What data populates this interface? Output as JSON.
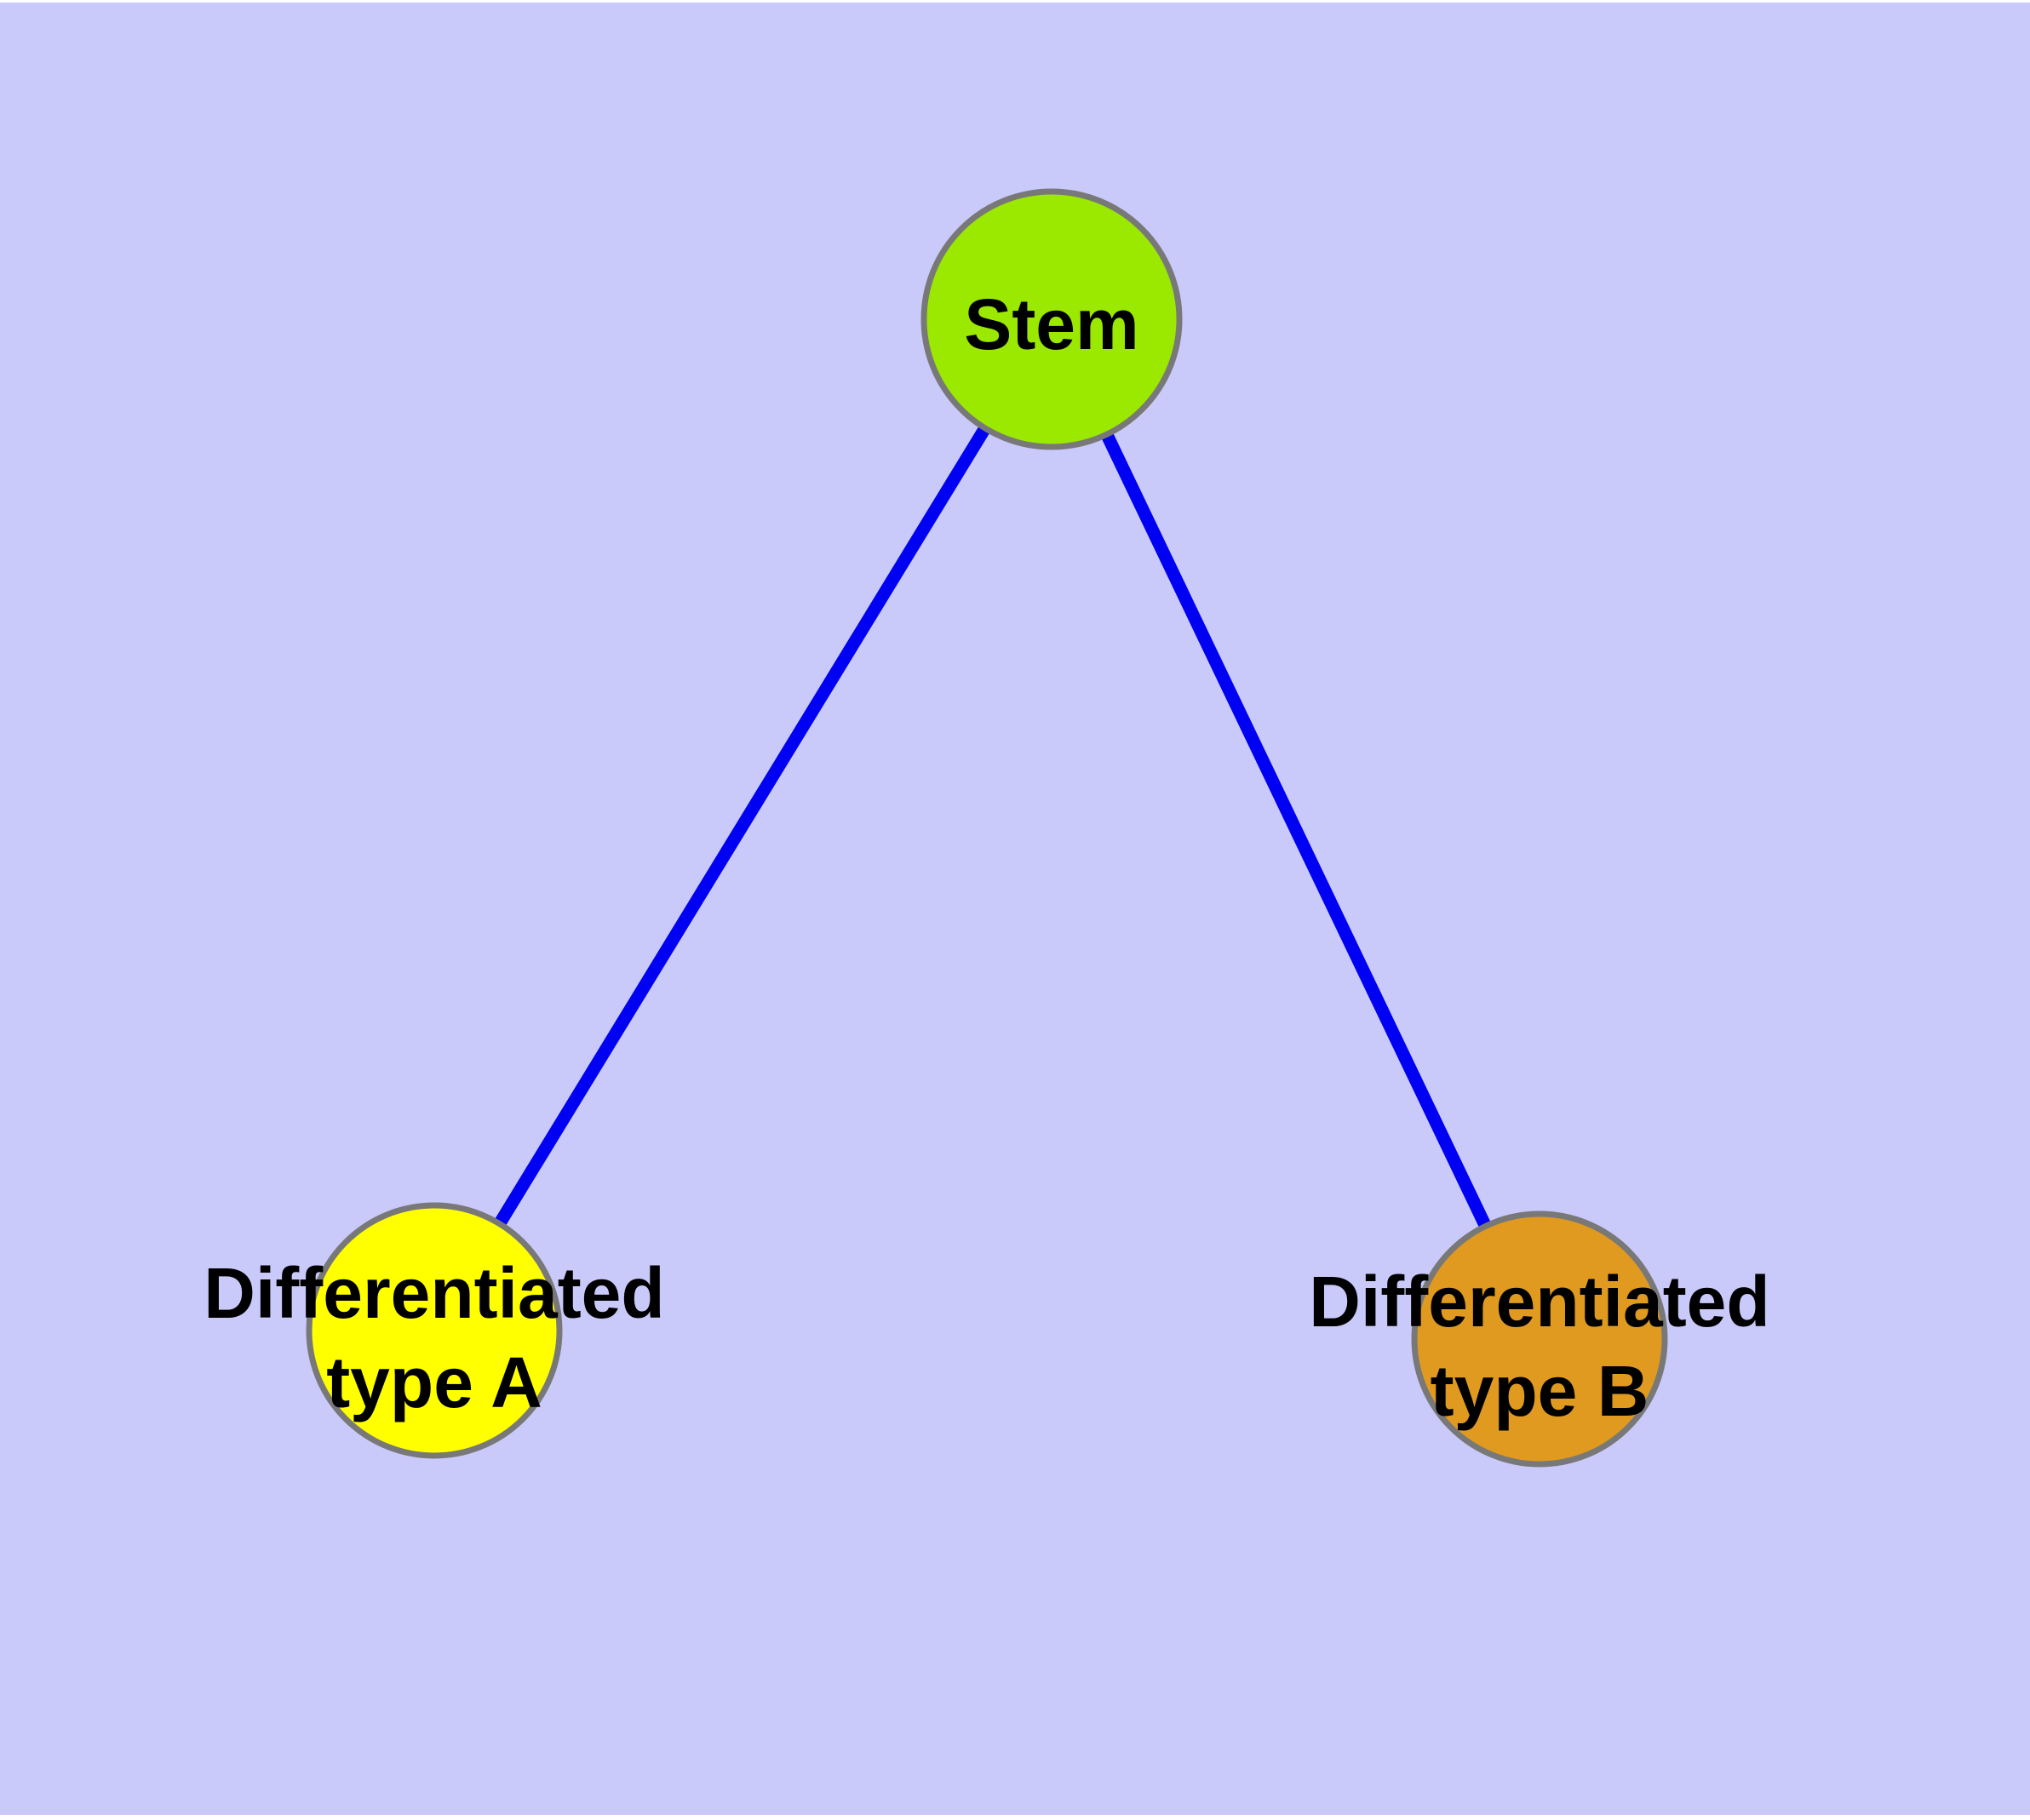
{
  "canvas": {
    "page_color": "#ffffff",
    "background_color": "#c9c9fa"
  },
  "graph": {
    "edge_color": "#0000f2",
    "node_border_color": "#787878",
    "nodes": {
      "stem": {
        "label": "Stem",
        "fill": "#9be800"
      },
      "type_a": {
        "label_line1": "Differentiated",
        "label_line2": "type A",
        "fill": "#ffff00"
      },
      "type_b": {
        "label_line1": "Differentiated",
        "label_line2": "type B",
        "fill": "#e09a20"
      }
    },
    "edges": [
      {
        "from": "Stem",
        "to": "Differentiated type A"
      },
      {
        "from": "Stem",
        "to": "Differentiated type B"
      }
    ]
  }
}
